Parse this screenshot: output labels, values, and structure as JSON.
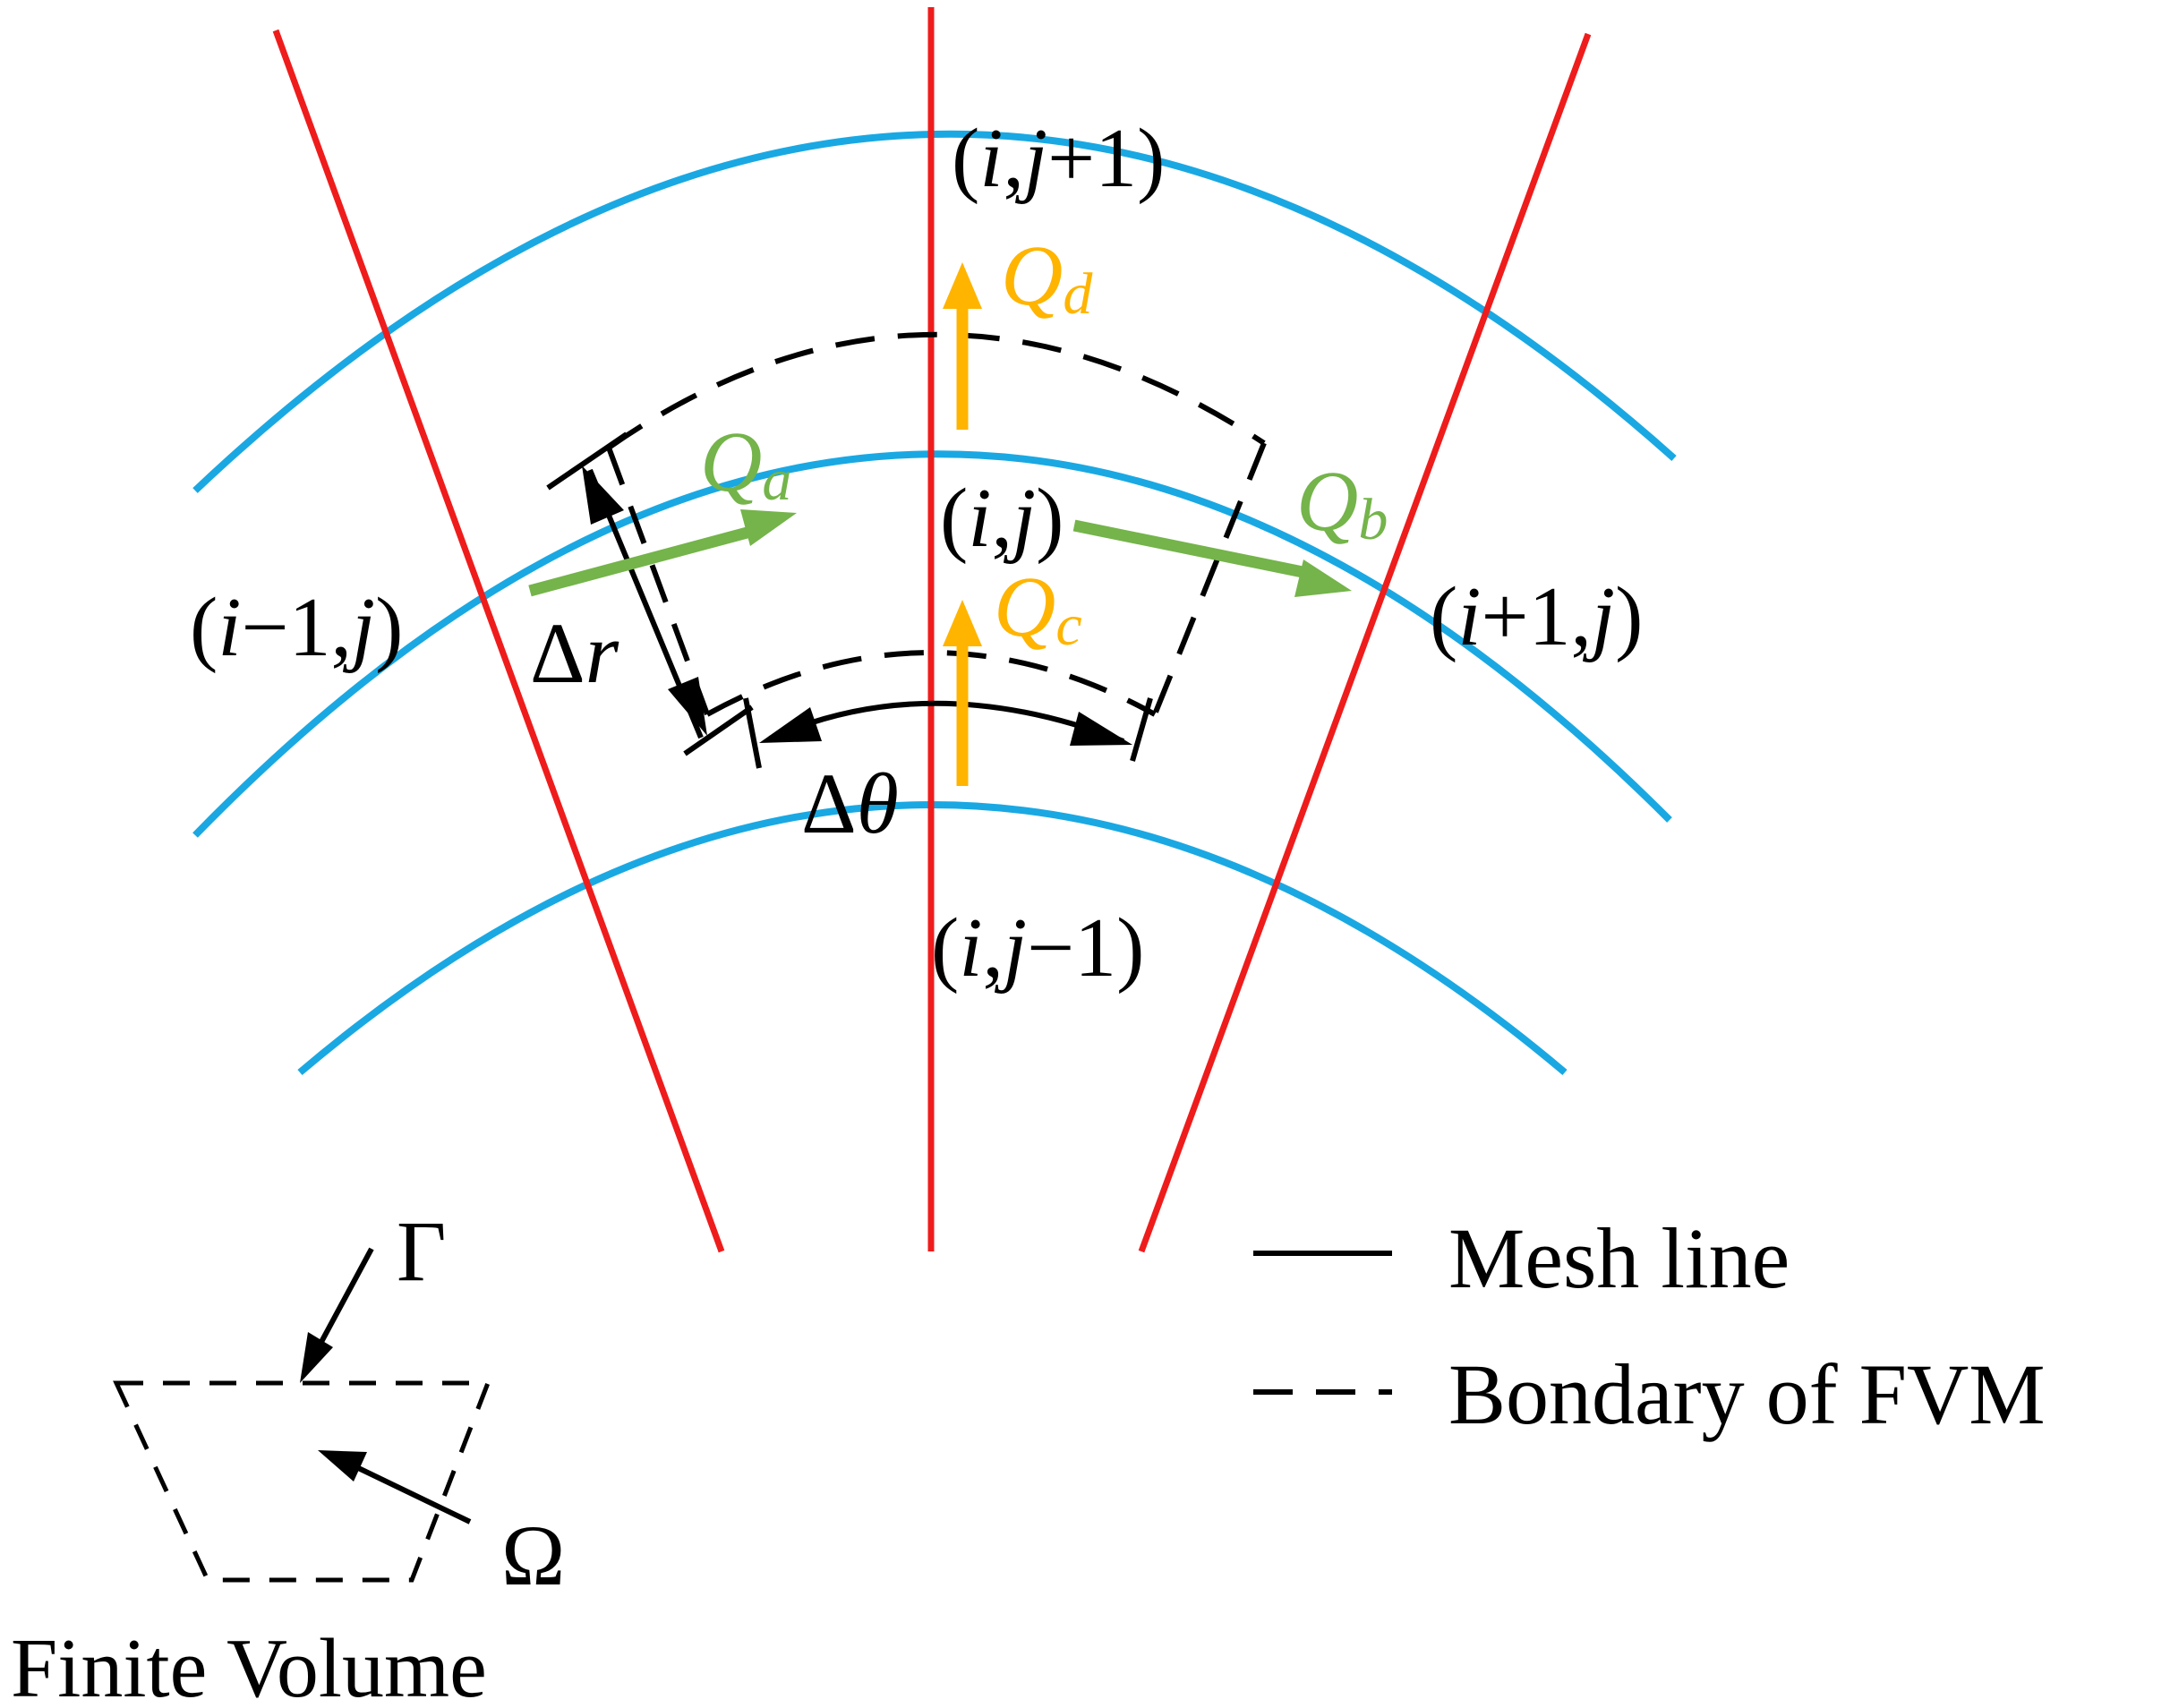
{
  "colors": {
    "mesh_radial": "#ef1c1c",
    "mesh_arc": "#1aa8e3",
    "flux_radial": "#ffb400",
    "flux_tangential": "#74b44a",
    "black": "#000000"
  },
  "nodes": {
    "center": {
      "pre": "(",
      "i": "i",
      "comma": ",",
      "j": "j",
      "post": ")"
    },
    "top": {
      "pre": "(",
      "i": "i",
      "comma": ",",
      "j": "j",
      "post": "+1)"
    },
    "bottom": {
      "pre": "(",
      "i": "i",
      "comma": ",",
      "j": "j",
      "post": "−1)"
    },
    "left": {
      "pre": "(",
      "i": "i",
      "mid": "−1,",
      "j": "j",
      "post": ")"
    },
    "right": {
      "pre": "(",
      "i": "i",
      "mid": "+1,",
      "j": "j",
      "post": ")"
    }
  },
  "fluxes": {
    "qa": {
      "symbol": "Q",
      "sub": "a"
    },
    "qb": {
      "symbol": "Q",
      "sub": "b"
    },
    "qc": {
      "symbol": "Q",
      "sub": "c"
    },
    "qd": {
      "symbol": "Q",
      "sub": "d"
    }
  },
  "dimensions": {
    "dr": {
      "delta": "Δ",
      "var": "r"
    },
    "dtheta": {
      "delta": "Δ",
      "var": "θ"
    }
  },
  "legend": {
    "solid_label": "Mesh line",
    "dashed_label": "Bondary of FVM"
  },
  "inset": {
    "gamma": "Γ",
    "omega": "Ω",
    "caption": "Finite Volume"
  }
}
